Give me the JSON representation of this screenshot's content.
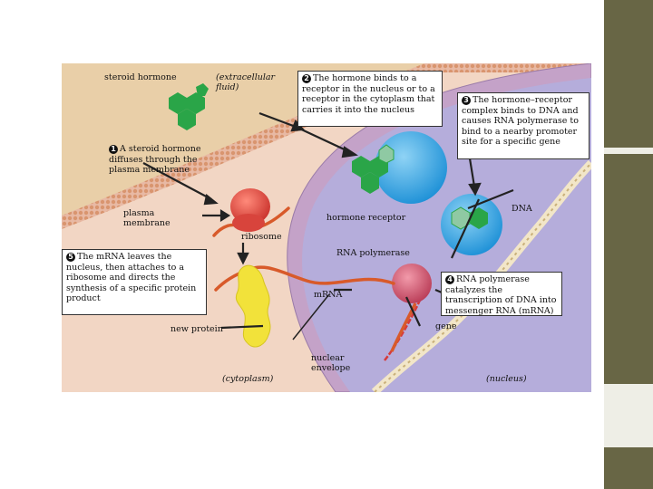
{
  "labels": {
    "steroid_hormone": "steroid hormone",
    "extracellular_fluid": "(extracellular fluid)",
    "plasma_membrane": "plasma membrane",
    "ribosome": "ribosome",
    "hormone_receptor": "hormone receptor",
    "dna": "DNA",
    "rna_polymerase": "RNA polymerase",
    "mrna": "mRNA",
    "gene": "gene",
    "new_protein": "new protein",
    "nuclear_envelope": "nuclear envelope",
    "cytoplasm": "(cytoplasm)",
    "nucleus": "(nucleus)"
  },
  "steps": [
    {
      "number": "1",
      "text": "A steroid hormone diffuses through the plasma membrane"
    },
    {
      "number": "2",
      "text": "The hormone binds to a receptor in the nucleus or to a receptor in the cytoplasm that carries it into the nucleus"
    },
    {
      "number": "3",
      "text": "The hormone–receptor complex binds to DNA and causes RNA polymerase to bind to a nearby promoter site for a specific gene"
    },
    {
      "number": "4",
      "text": "RNA polymerase catalyzes the transcription of DNA into messenger RNA (mRNA)"
    },
    {
      "number": "5",
      "text": "The mRNA leaves the nucleus, then attaches to a ribosome and directs the synthesis of a specific protein product"
    }
  ],
  "colors": {
    "extracellular": "#e9cfa8",
    "cytoplasm": "#f2d6c4",
    "nucleus": "#b5addb",
    "receptor": "#2ea6e6",
    "hormone": "#2aa548",
    "mrna": "#d85a2a",
    "protein": "#f2e23a",
    "ribosome": "#e0403a",
    "rna_polymerase": "#d2506a",
    "sidebar_dark": "#686645"
  }
}
